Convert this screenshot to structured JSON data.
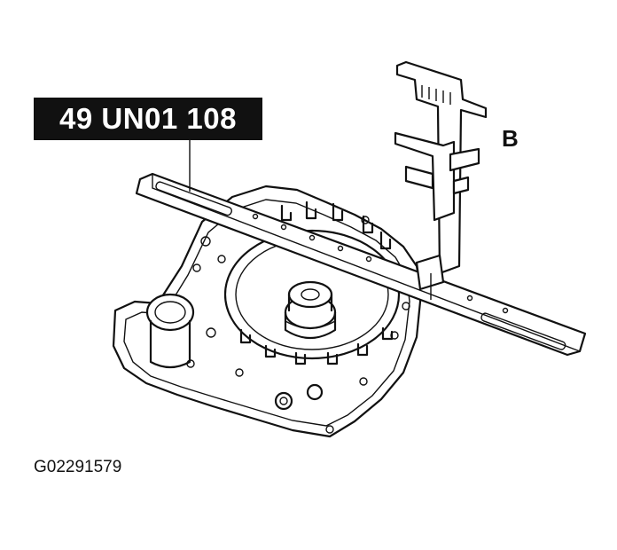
{
  "tool_label": "49 UN01 108",
  "callout": "B",
  "figure_id": "G02291579",
  "icons": [
    "transmission-case-illustration",
    "straight-edge-tool-illustration",
    "vernier-caliper-illustration"
  ]
}
